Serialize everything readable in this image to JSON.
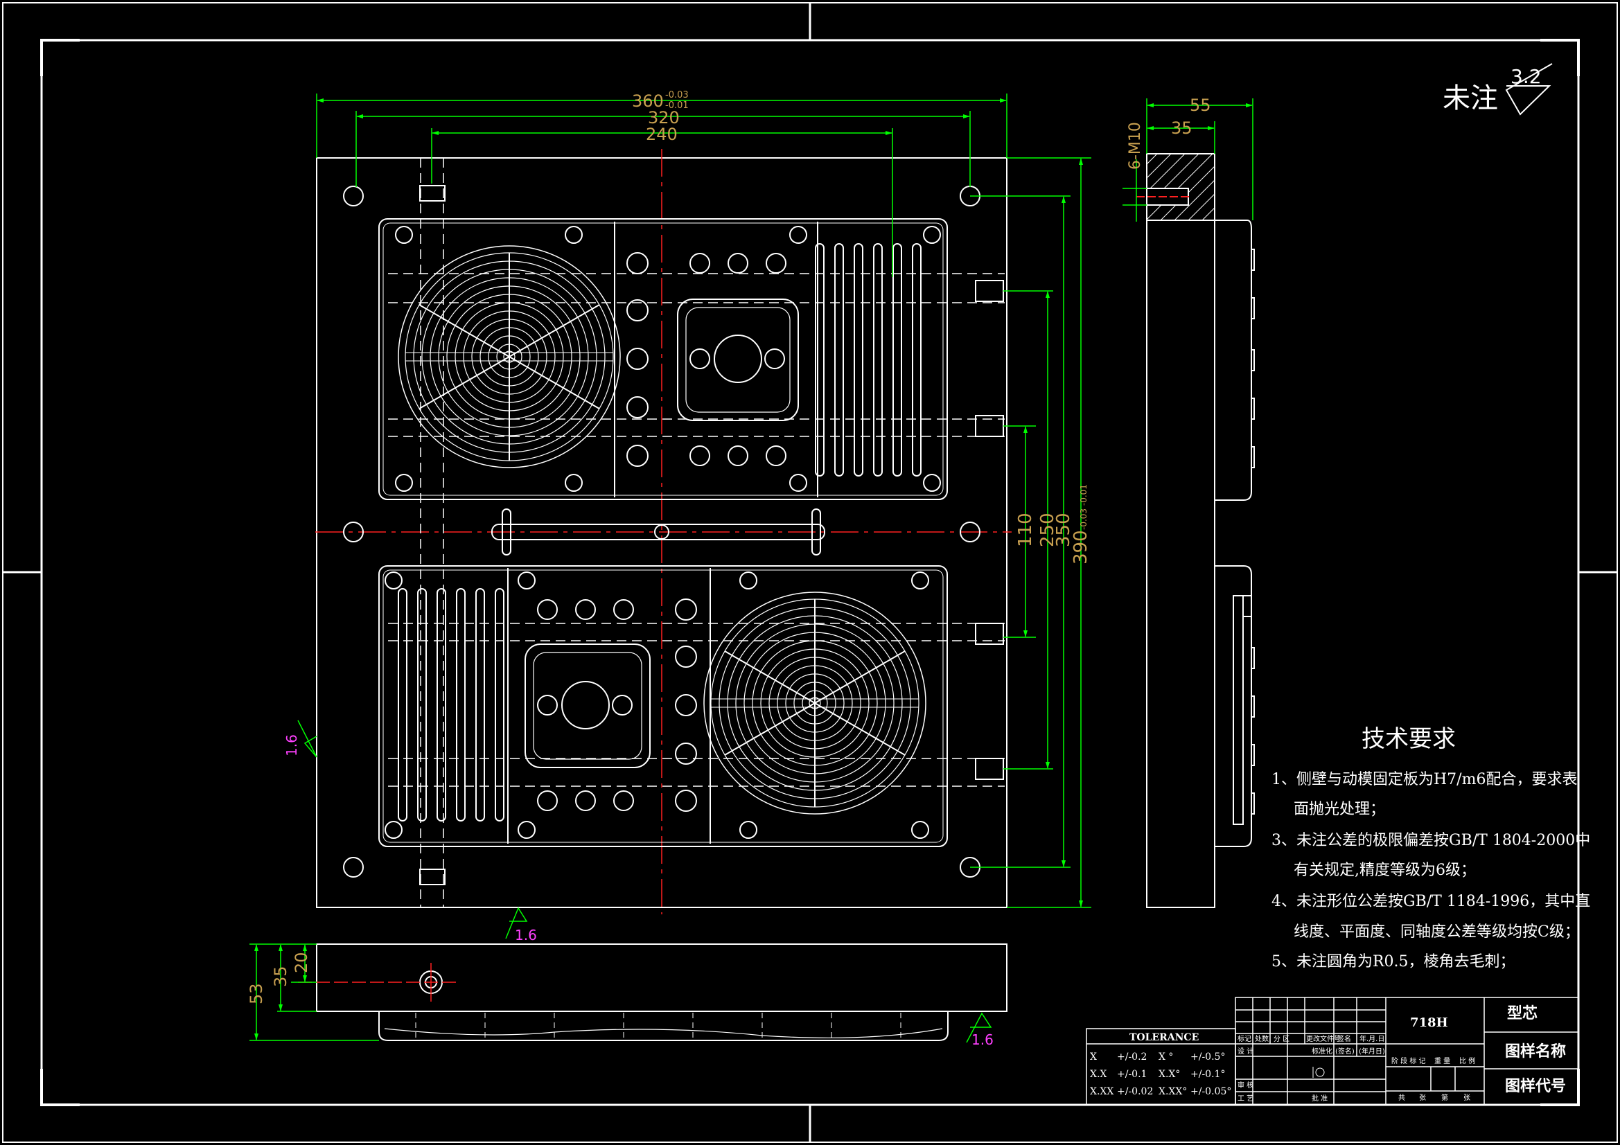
{
  "surface_note": {
    "text": "未注",
    "roughness": "3.2"
  },
  "dimensions": {
    "width_360": "360",
    "width_360_upper": "-0.03",
    "width_360_lower": "-0.01",
    "width_320": "320",
    "width_240": "240",
    "side_55": "55",
    "side_35": "35",
    "thread": "6-M10",
    "v_110": "110",
    "v_250": "250",
    "v_350": "350",
    "v_390": "390",
    "v_390_tol": "-0.03 -0.01",
    "h_53": "53",
    "h_35": "35",
    "h_20": "20"
  },
  "roughness_marks": {
    "left": "1.6",
    "bottom": "1.6",
    "right": "1.6"
  },
  "tech_requirements": {
    "title": "技术要求",
    "items": [
      "1、侧壁与动模固定板为H7/m6配合，要求表",
      "面抛光处理；",
      "3、未注公差的极限偏差按GB/T 1804-2000中",
      "有关规定,精度等级为6级；",
      "4、未注形位公差按GB/T 1184-1996，其中直",
      "线度、平面度、同轴度公差等级均按C级；",
      "5、未注圆角为R0.5，棱角去毛刺；"
    ]
  },
  "tolerance_table": {
    "title": "TOLERANCE",
    "rows": [
      [
        "X",
        "+/-0.2",
        "X °",
        "+/-0.5°"
      ],
      [
        "X.X",
        "+/-0.1",
        "X.X°",
        "+/-0.1°"
      ],
      [
        "X.XX",
        "+/-0.02",
        "X.XX°",
        "+/-0.05°"
      ]
    ]
  },
  "title_block": {
    "material": "718H",
    "part": "型芯",
    "drawing_name_label": "图样名称",
    "drawing_code_label": "图样代号",
    "row1_cells": [
      "标记",
      "处数",
      "分 区",
      "更改文件号",
      "签名",
      "年.月.日"
    ],
    "designer": "设 计",
    "standardization": "标准化",
    "sign_hint": "(签名)",
    "date_hint": "(年月日)",
    "stage_labels": [
      "阶 段 标 记",
      "重 量",
      "比 例"
    ],
    "review": "审 核",
    "process": "工 艺",
    "approve": "批 准",
    "sheets": [
      "共",
      "张",
      "第",
      "张"
    ]
  },
  "colors": {
    "outline": "#ffffff",
    "dimension": "#00ff00",
    "dim_text": "#c8a050",
    "centerline": "#ff2020",
    "roughness": "#ff40ff"
  }
}
